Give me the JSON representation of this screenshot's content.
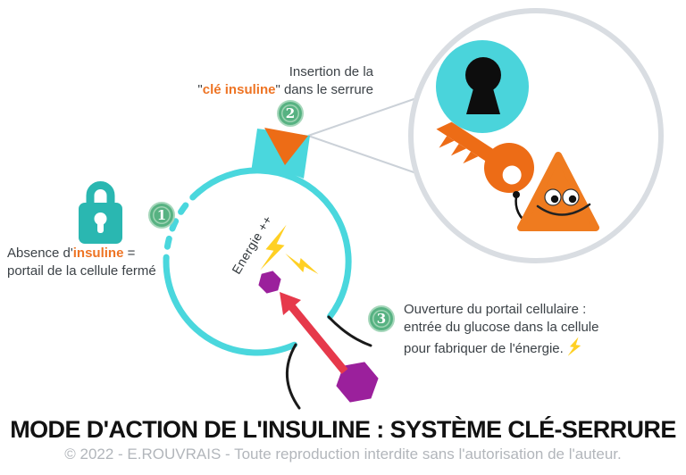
{
  "diagram": {
    "footer": {
      "title": "MODE D'ACTION DE L'INSULINE : SYSTÈME CLÉ-SERRURE",
      "copyright": "© 2022 - E.ROUVRAIS - Toute reproduction interdite sans l'autorisation de l'auteur."
    },
    "steps": {
      "s1": {
        "number": "1",
        "text_prefix": "Absence d'",
        "text_highlight": "insuline",
        "text_suffix": " =",
        "line2": "portail de la cellule fermé"
      },
      "s2": {
        "number": "2",
        "line1": "Insertion de la",
        "quote_open": "\"",
        "highlight": "clé insuline",
        "line2_suffix": "\" dans le serrure"
      },
      "s3": {
        "number": "3",
        "line1": "Ouverture du portail cellulaire :",
        "line2": "entrée du glucose dans la cellule",
        "line3": "pour fabriquer de l'énergie."
      }
    },
    "cell_energy_label": "Energie ++",
    "icons": {
      "lock": "closed-padlock-icon",
      "keyhole": "keyhole-icon",
      "key": "insulin-key-icon",
      "triangle_character": "insulin-triangle-character",
      "hexagon": "glucose-hexagon",
      "lightning": "energy-lightning-icon"
    },
    "colors": {
      "cyan_membrane": "#4AD7DD",
      "teal_lock": "#2AB7B1",
      "orange_key": "#ED6C16",
      "orange_text": "#EE7424",
      "green_badge": "#57B282",
      "purple_glucose": "#9B209C",
      "red_arrow": "#E6394B",
      "yellow_energy": "#FFD024",
      "gray_magnifier": "#D9DDE2"
    }
  }
}
